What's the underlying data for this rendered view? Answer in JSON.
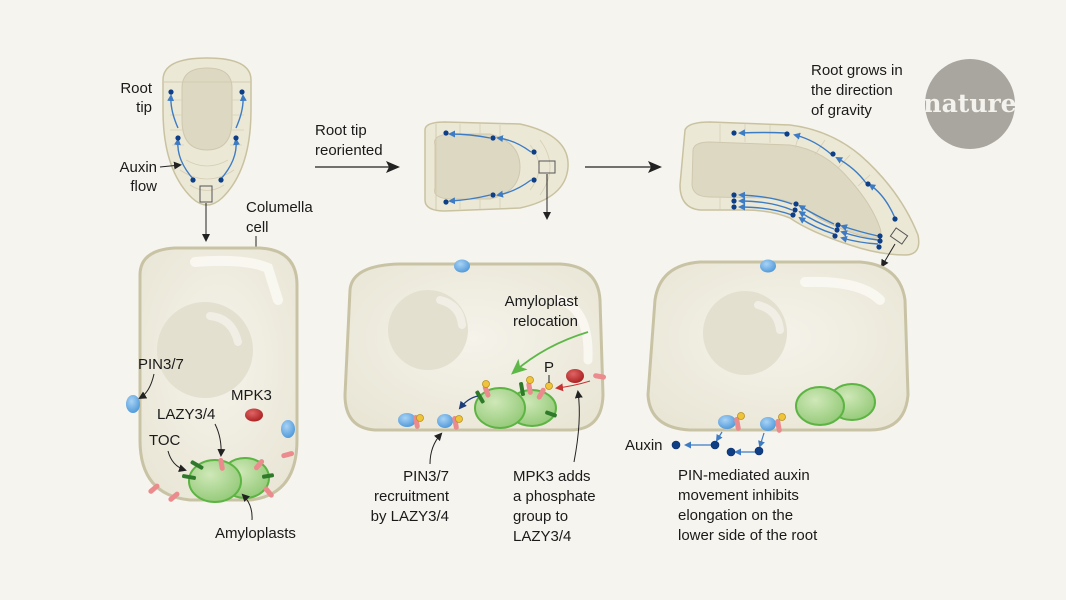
{
  "colors": {
    "background": "#f6f4ee",
    "root_tissue": "#ece8d6",
    "root_core": "#ddd8c2",
    "root_outline": "#c9c2a0",
    "cell_fill": "#efede2",
    "cell_outline": "#c9c3a5",
    "nucleus": "#e3e0d0",
    "auxin_dot": "#0e3f86",
    "auxin_flow": "#3d7cc4",
    "pin_protein": "#6aaee6",
    "lazy_protein": "#ec8b8e",
    "toc_protein": "#2f7a2a",
    "amyloplast": "#a6d48a",
    "amyloplast_outline": "#5cb443",
    "mpk3": "#c63232",
    "phosphate": "#f0c43a",
    "relocation_arrow": "#5db847",
    "logo_circle": "#a9a6a0"
  },
  "logo": {
    "text": "nature"
  },
  "panel1": {
    "root_tip_label": [
      "Root",
      "tip"
    ],
    "auxin_flow_label": [
      "Auxin",
      "flow"
    ],
    "columella_label": [
      "Columella",
      "cell"
    ],
    "pin_label": "PIN3/7",
    "mpk3_label": "MPK3",
    "lazy_label": "LAZY3/4",
    "toc_label": "TOC",
    "amyloplasts_label": "Amyloplasts"
  },
  "panel2": {
    "transition_label": [
      "Root tip",
      "reoriented"
    ],
    "relocation_label": [
      "Amyloplast",
      "relocation"
    ],
    "phosphate_label": "P",
    "pin_recruitment_label": [
      "PIN3/7",
      "recruitment",
      "by LAZY3/4"
    ],
    "mpk3_adds_label": [
      "MPK3 adds",
      "a phosphate",
      "group to",
      "LAZY3/4"
    ]
  },
  "panel3": {
    "gravity_label": [
      "Root grows in",
      "the direction",
      "of gravity"
    ],
    "auxin_label": "Auxin",
    "pin_mediated_label": [
      "PIN-mediated auxin",
      "movement inhibits",
      "elongation on the",
      "lower side of the root"
    ]
  }
}
